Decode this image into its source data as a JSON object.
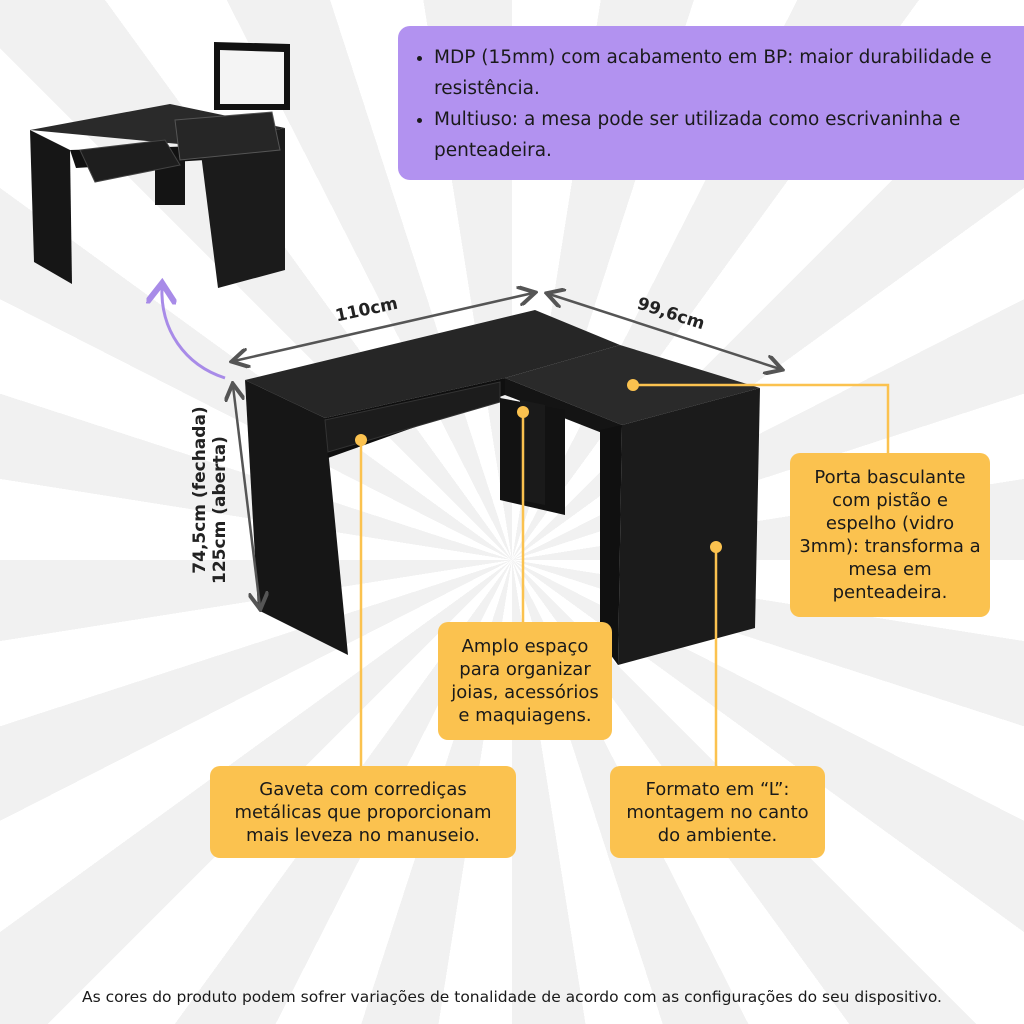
{
  "features": [
    "MDP (15mm) com acabamento em BP: maior durabilidade e resistência.",
    "Multiuso: a mesa pode ser utilizada como escrivaninha e penteadeira."
  ],
  "dimensions": {
    "width": "110cm",
    "depth": "99,6cm",
    "height_closed": "74,5cm (fechada)",
    "height_open": "125cm (aberta)"
  },
  "callouts": {
    "door": "Porta basculante com pistão e espelho (vidro 3mm): transforma a mesa em penteadeira.",
    "storage": "Amplo espaço para organizar joias, acessórios e maquiagens.",
    "drawer": "Gaveta com corrediças metálicas que proporcionam mais leveza no manuseio.",
    "shape": "Formato em “L”: montagem no canto do ambiente."
  },
  "footer": "As cores do produto podem sofrer variações de tonalidade de acordo com as configurações do seu dispositivo.",
  "colors": {
    "purple": "#b292f0",
    "yellow": "#fbc24f",
    "desk": "#1b1b1b"
  }
}
